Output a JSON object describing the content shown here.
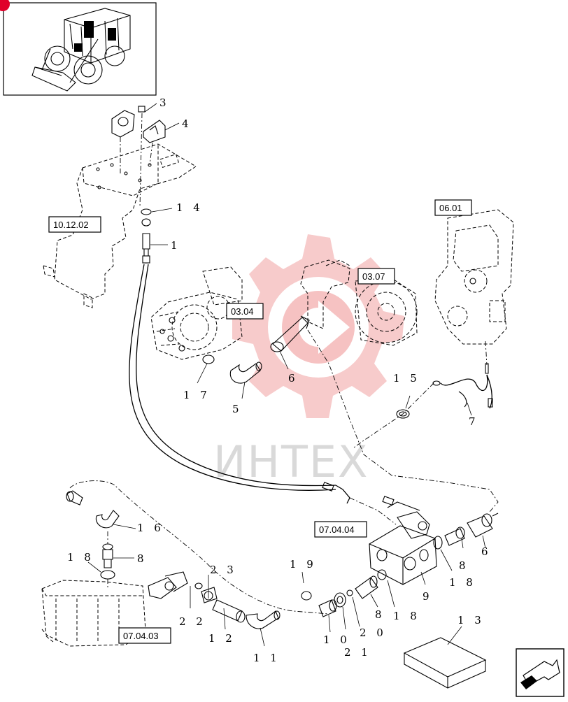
{
  "refs": [
    "10.12.02",
    "06.01",
    "03.07",
    "03.04",
    "07.04.04",
    "07.04.03"
  ],
  "callouts": [
    "3",
    "4",
    "1 4",
    "1",
    "1 7",
    "5",
    "6",
    "1 5",
    "7",
    "1 6",
    "1 8",
    "8",
    "2 3",
    "2 2",
    "1 2",
    "1 1",
    "1 9",
    "1 0",
    "2 0",
    "2 1",
    "8",
    "1 8",
    "9",
    "1 8",
    "8",
    "6",
    "1 3"
  ],
  "watermark": "ИНТЕХ",
  "colors": {
    "line": "#000000",
    "badge": "#e0002a",
    "watermark": "#f4a3a3"
  },
  "icons": [
    "machine-thumbnail",
    "navigation-arrow-icon"
  ]
}
